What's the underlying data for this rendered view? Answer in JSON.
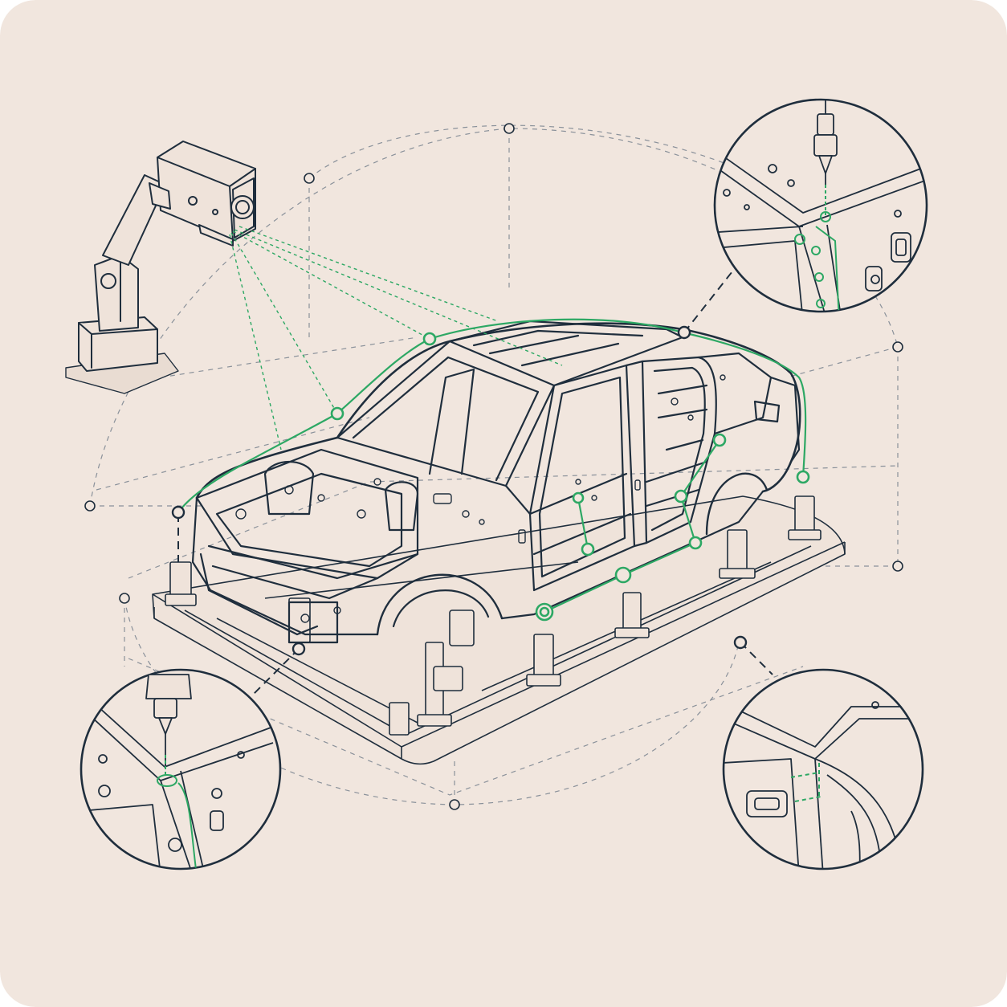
{
  "colors": {
    "background": "#F1E6DE",
    "ink": "#1F2E3D",
    "accent": "#2DA864",
    "guide": "#8A919A"
  },
  "scene": {
    "subject": "car-body-in-white",
    "measurement_points": 12,
    "detail_callouts": 4,
    "probe_count": 2
  }
}
